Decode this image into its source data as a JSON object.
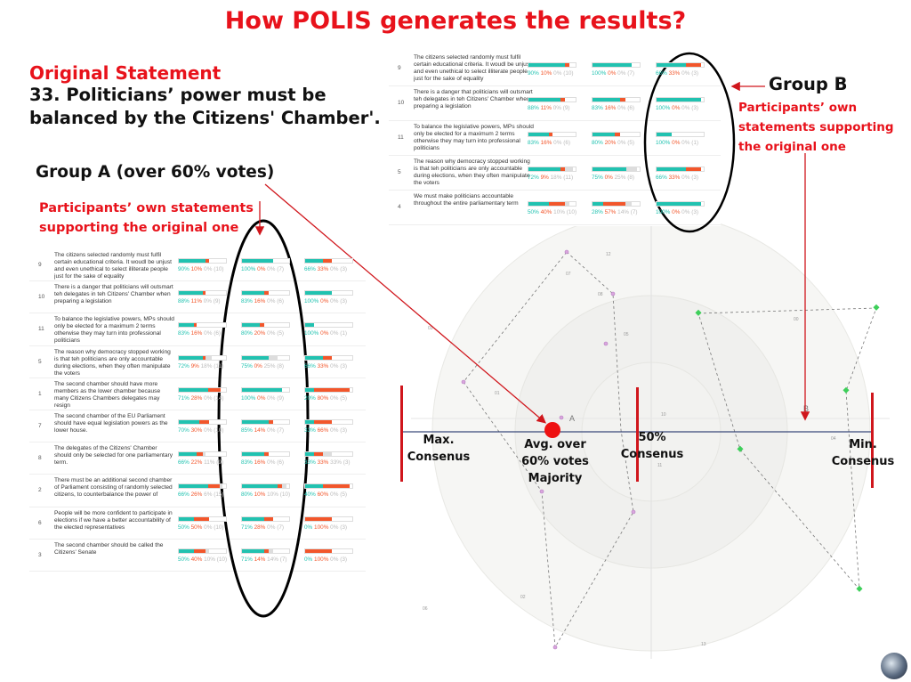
{
  "title": "How POLIS generates the results?",
  "original_heading": "Original Statement",
  "statement_lines": [
    "33. Politicians’ power must be",
    "balanced by the Citizens' Chamber'."
  ],
  "group_a": {
    "title": "Group A (over 60% votes)",
    "subtitle_lines": [
      "Participants’ own statements",
      "supporting the original one"
    ]
  },
  "group_b": {
    "title": "Group B",
    "subtitle_lines": [
      "Participants’ own",
      "statements supporting",
      "the original one"
    ]
  },
  "colors": {
    "agree": "#21c2b0",
    "disagree": "#f2562b",
    "pass": "#dddddd",
    "accent": "#e8121b"
  },
  "left_table": [
    {
      "n": "9",
      "text": "The citizens selected randomly must fulfil certain educational criteria. It woudl be unjust and even unethical to select illiterate people just for the sake of equality",
      "cells": [
        [
          90,
          10,
          0,
          10
        ],
        [
          100,
          0,
          0,
          7
        ],
        [
          66,
          33,
          0,
          3
        ]
      ]
    },
    {
      "n": "10",
      "text": "There is a danger that politicians will outsmart teh delegates in teh Citizens' Chamber when preparing a legislation",
      "cells": [
        [
          88,
          11,
          0,
          9
        ],
        [
          83,
          16,
          0,
          6
        ],
        [
          100,
          0,
          0,
          3
        ]
      ]
    },
    {
      "n": "11",
      "text": "To balance the legislative powers, MPs should only be elected for a maximum 2 terms otherwise they may turn into professional politicians",
      "cells": [
        [
          83,
          16,
          0,
          6
        ],
        [
          80,
          20,
          0,
          5
        ],
        [
          100,
          0,
          0,
          1
        ]
      ]
    },
    {
      "n": "5",
      "text": "The reason why democracy stopped working is that teh politicians are only accountable during elections, when they often manipulate the voters",
      "cells": [
        [
          72,
          9,
          18,
          11
        ],
        [
          75,
          0,
          25,
          8
        ],
        [
          66,
          33,
          0,
          3
        ]
      ]
    },
    {
      "n": "1",
      "text": "The second chamber should have more members as the lower chamber because many Citizens Chambers delegates may resign",
      "cells": [
        [
          71,
          28,
          0,
          14
        ],
        [
          100,
          0,
          0,
          9
        ],
        [
          20,
          80,
          0,
          5
        ]
      ]
    },
    {
      "n": "7",
      "text": "The second chamber of the EU Parliament should have equal legislation powers as the lower house.",
      "cells": [
        [
          70,
          30,
          0,
          10
        ],
        [
          85,
          14,
          0,
          7
        ],
        [
          33,
          66,
          0,
          3
        ]
      ]
    },
    {
      "n": "8",
      "text": "The delegates of the Citizens' Chamber should only be selected for one parliamentary term.",
      "cells": [
        [
          66,
          22,
          11,
          9
        ],
        [
          83,
          16,
          0,
          6
        ],
        [
          33,
          33,
          33,
          3
        ]
      ]
    },
    {
      "n": "2",
      "text": "There must be an additional second chamber of Parliament consisting of randomly selected citizens, to counterbalance the power of",
      "cells": [
        [
          66,
          26,
          6,
          15
        ],
        [
          80,
          10,
          10,
          10
        ],
        [
          40,
          60,
          0,
          5
        ]
      ]
    },
    {
      "n": "6",
      "text": "People will be more confident to participate in elections if we have a better accountability of the elected representatives",
      "cells": [
        [
          50,
          50,
          0,
          10
        ],
        [
          71,
          28,
          0,
          7
        ],
        [
          0,
          100,
          0,
          3
        ]
      ]
    },
    {
      "n": "3",
      "text": "The second chamber should be called the Citizens' Senate",
      "cells": [
        [
          50,
          40,
          10,
          10
        ],
        [
          71,
          14,
          14,
          7
        ],
        [
          0,
          100,
          0,
          3
        ]
      ]
    }
  ],
  "top_table": [
    {
      "n": "9",
      "text": "The citizens selected randomly must fulfil certain educational criteria. It woudl be unjust and even unethical to select illiterate people just for the sake of equality",
      "cells": [
        [
          90,
          10,
          0,
          10
        ],
        [
          100,
          0,
          0,
          7
        ],
        [
          66,
          33,
          0,
          3
        ]
      ]
    },
    {
      "n": "10",
      "text": "There is a danger that politicians will outsmart teh delegates in teh Citizens' Chamber when preparing a legislation",
      "cells": [
        [
          88,
          11,
          0,
          9
        ],
        [
          83,
          16,
          0,
          6
        ],
        [
          100,
          0,
          0,
          3
        ]
      ]
    },
    {
      "n": "11",
      "text": "To balance the legislative powers, MPs should only be elected for a maximum 2 terms otherwise they may turn into professional politicians",
      "cells": [
        [
          83,
          16,
          0,
          6
        ],
        [
          80,
          20,
          0,
          5
        ],
        [
          100,
          0,
          0,
          1
        ]
      ]
    },
    {
      "n": "5",
      "text": "The reason why democracy stopped working is that teh politicians are only accountable during elections, when they often manipulate the voters",
      "cells": [
        [
          72,
          9,
          18,
          11
        ],
        [
          75,
          0,
          25,
          8
        ],
        [
          66,
          33,
          0,
          3
        ]
      ]
    },
    {
      "n": "4",
      "text": "We must make politicians accountable throughout the entire parliamentary term",
      "cells": [
        [
          50,
          40,
          10,
          10
        ],
        [
          28,
          57,
          14,
          7
        ],
        [
          100,
          0,
          0,
          3
        ]
      ]
    }
  ],
  "plot": {
    "labels": {
      "max": [
        "Max.",
        "Consenus"
      ],
      "avg": [
        "Avg. over",
        "60% votes",
        "Majority"
      ],
      "half": [
        "50%",
        "Consenus"
      ],
      "min": [
        "Min.",
        "Consenus"
      ],
      "group_a": "A",
      "group_b": "B"
    },
    "statement_ids": [
      "12",
      "07",
      "08",
      "05",
      "03",
      "01",
      "10",
      "11",
      "04",
      "00",
      "02",
      "06",
      "13"
    ]
  }
}
